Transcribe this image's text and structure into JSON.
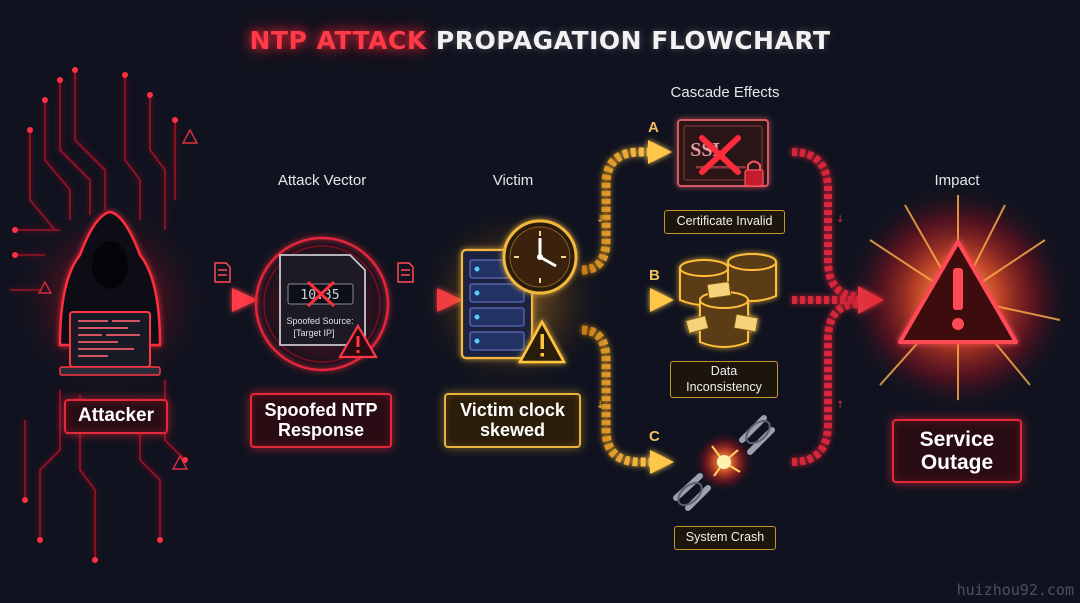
{
  "title": {
    "part1": "NTP ATTACK",
    "part2": "PROPAGATION FLOWCHART"
  },
  "headers": {
    "attack_vector": "Attack Vector",
    "victim": "Victim",
    "cascade": "Cascade Effects",
    "impact": "Impact"
  },
  "nodes": {
    "attacker": "Attacker",
    "spoofed": [
      "Spoofed NTP",
      "Response"
    ],
    "victim": [
      "Victim clock",
      "skewed"
    ],
    "outage": [
      "Service",
      "Outage"
    ]
  },
  "packet": {
    "clock": "10:35",
    "line1": "Spoofed Source:",
    "line2": "[Target IP]"
  },
  "branches": [
    {
      "letter": "A",
      "label": "Certificate Invalid"
    },
    {
      "letter": "B",
      "label": [
        "Data",
        "Inconsistency"
      ]
    },
    {
      "letter": "C",
      "label": "System Crash"
    }
  ],
  "certificate": {
    "text": "SSL"
  },
  "watermark": "huizhou92.com",
  "colors": {
    "red": "#e3283a",
    "gold": "#e8b23b",
    "background": "#10131f"
  }
}
